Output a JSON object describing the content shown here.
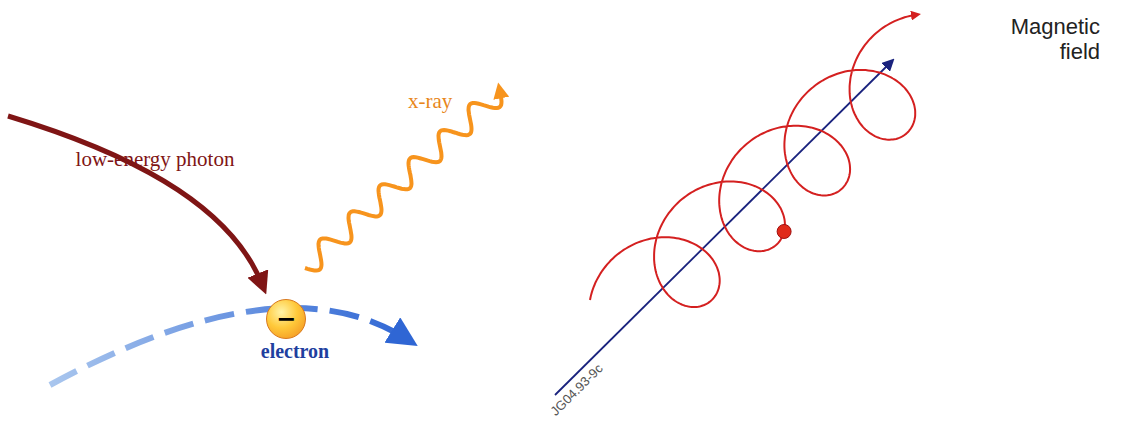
{
  "diagram": {
    "nodes": [
      {
        "text": [
          "−"
        ]
      }
    ],
    "labels": [
      "low-energy photon",
      "x-ray",
      "electron",
      "Magnetic field",
      "JG04.93-9c"
    ]
  }
}
